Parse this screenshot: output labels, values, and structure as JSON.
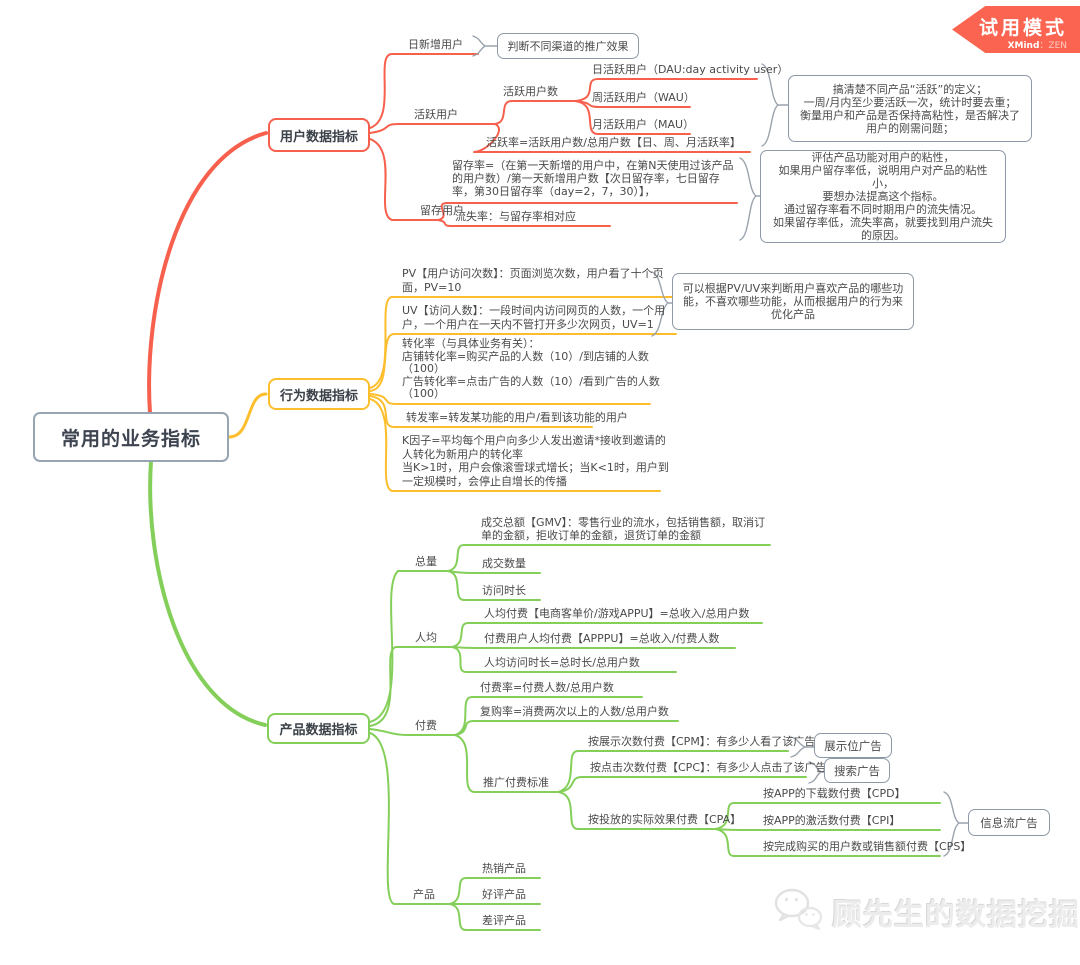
{
  "colors": {
    "user_branch": "#f6604d",
    "behavior_branch": "#fcbe2d",
    "product_branch": "#84cf5a",
    "badge_bg": "#fa6450",
    "box_border": "#8d99a6",
    "root_border": "#97a5b3",
    "brace": "#9aa3ad"
  },
  "badge": {
    "title": "试用模式",
    "brand": "XMind",
    "suffix": "：ZEN"
  },
  "watermark": {
    "label": "顾先生的数据挖掘"
  },
  "root": {
    "label": "常用的业务指标"
  },
  "user": {
    "label": "用户数据指标",
    "daily_new": "日新增用户",
    "promo_note": "判断不同渠道的推广效果",
    "active": "活跃用户",
    "active_count": "活跃用户数",
    "dau": "日活跃用户（DAU:day activity user）",
    "wau": "周活跃用户（WAU）",
    "mau": "月活跃用户（MAU）",
    "active_rate": "活跃率=活跃用户数/总用户数【日、周、月活跃率】",
    "active_note": "搞清楚不同产品“活跃”的定义；\n一周/月内至少要活跃一次，统计时要去重；\n衡量用户和产品是否保持高粘性，是否解决了用户的刚需问题；",
    "retained": "留存用户",
    "retention_rate": "留存率=（在第一天新增的用户中，在第N天使用过该产品的用户数）/第一天新增用户数【次日留存率，七日留存率，第30日留存率（day=2，7，30）】，",
    "churn_rate": "流失率：与留存率相对应",
    "retention_note": "评估产品功能对用户的粘性，\n如果用户留存率低，说明用户对产品的粘性小，\n要想办法提高这个指标。\n通过留存率看不同时期用户的流失情况。\n如果留存率低，流失率高，就要找到用户流失的原因。"
  },
  "behavior": {
    "label": "行为数据指标",
    "pv": "PV【用户访问次数】：页面浏览次数，用户看了十个页面，PV=10",
    "uv": "UV【访问人数】：一段时间内访问网页的人数，一个用户，一个用户在一天内不管打开多少次网页，UV=1",
    "pvuv_note": "可以根据PV/UV来判断用户喜欢产品的哪些功能，不喜欢哪些功能，从而根据用户的行为来优化产品",
    "conversion": "转化率（与具体业务有关）：\n店铺转化率=购买产品的人数（10）/到店铺的人数（100）\n广告转化率=点击广告的人数（10）/看到广告的人数（100）",
    "forward_rate": "转发率=转发某功能的用户/看到该功能的用户",
    "k_factor": "K因子=平均每个用户向多少人发出邀请*接收到邀请的人转化为新用户的转化率\n当K>1时，用户会像滚雪球式增长；当K<1时，用户到一定规模时，会停止自增长的传播"
  },
  "product": {
    "label": "产品数据指标",
    "total": "总量",
    "gmv": "成交总额【GMV】：零售行业的流水，包括销售额，取消订单的金额，拒收订单的金额，退货订单的金额",
    "deal_count": "成交数量",
    "visit_duration": "访问时长",
    "per_capita": "人均",
    "arpu": "人均付费【电商客单价/游戏APPU】=总收入/总用户数",
    "arppu": "付费用户人均付费【APPPU】=总收入/付费人数",
    "avg_duration": "人均访问时长=总时长/总用户数",
    "pay": "付费",
    "pay_rate": "付费率=付费人数/总用户数",
    "repurchase": "复购率=消费两次以上的人数/总用户数",
    "promo_standard": "推广付费标准",
    "cpm": "按展示次数付费【CPM】：有多少人看了该广告",
    "display_ad": "展示位广告",
    "cpc": "按点击次数付费【CPC】：有多少人点击了该广告",
    "search_ad": "搜索广告",
    "cpa": "按投放的实际效果付费【CPA】",
    "cpd": "按APP的下载数付费【CPD】",
    "cpi": "按APP的激活数付费【CPI】",
    "cps": "按完成购买的用户数或销售额付费【CPS】",
    "feed_ad": "信息流广告",
    "product": "产品",
    "hot": "热销产品",
    "praised": "好评产品",
    "bad": "差评产品"
  }
}
